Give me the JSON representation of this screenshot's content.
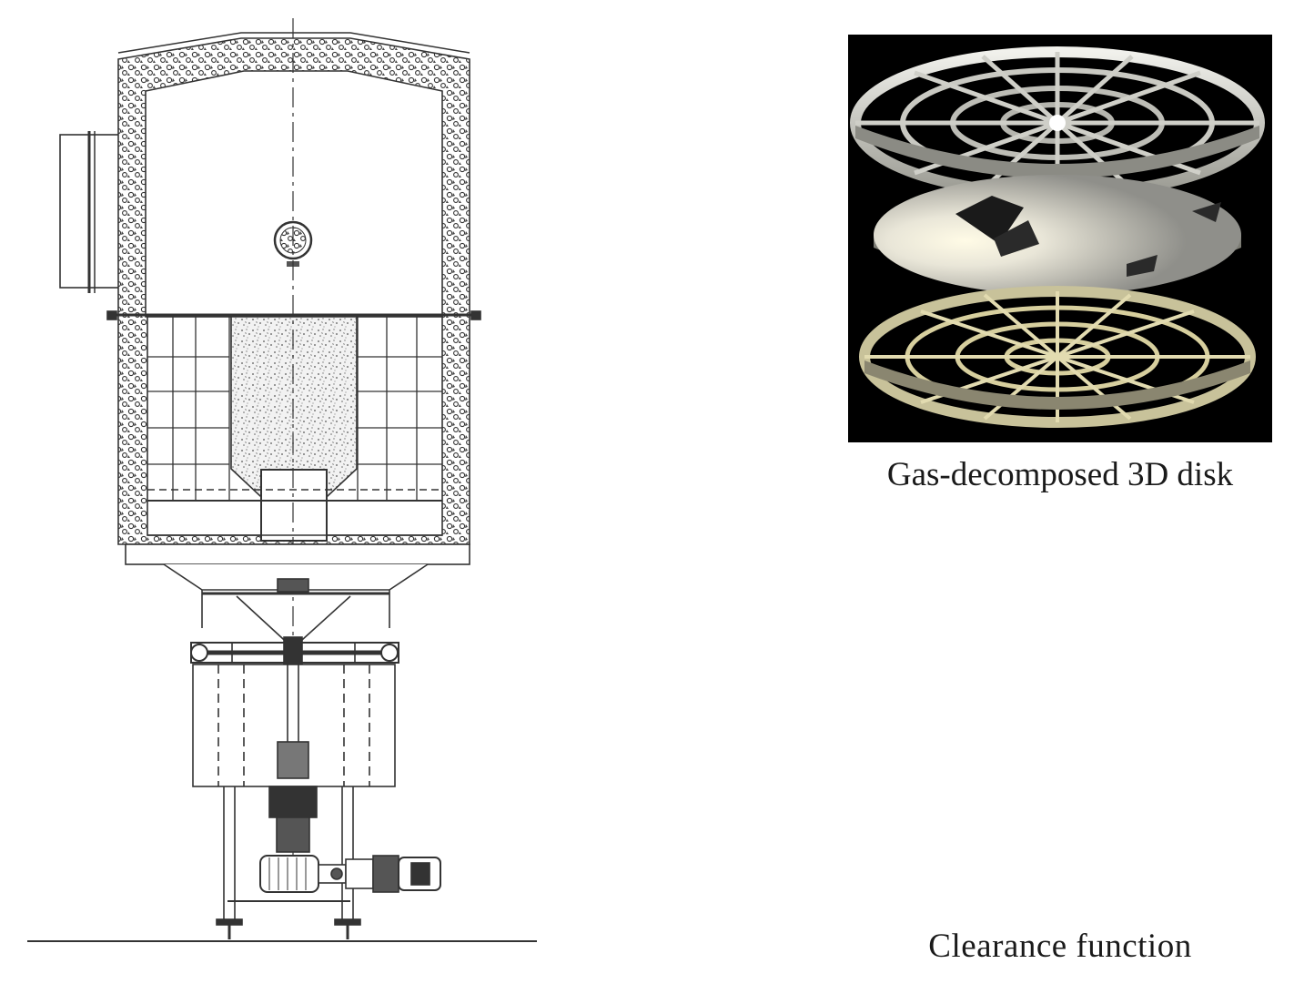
{
  "labels": {
    "disk_caption": "Gas-decomposed 3D disk",
    "clearance_caption": "Clearance function"
  },
  "colors": {
    "callout": "#ee2b2b",
    "callout_dot": "#e8141c",
    "line_drawing": "#333333",
    "render_background": "#000000",
    "render_metal": "#d6d6cf"
  },
  "icons": [
    "furnace-drawing",
    "disk-3d-render",
    "clearance-detail-circle"
  ]
}
